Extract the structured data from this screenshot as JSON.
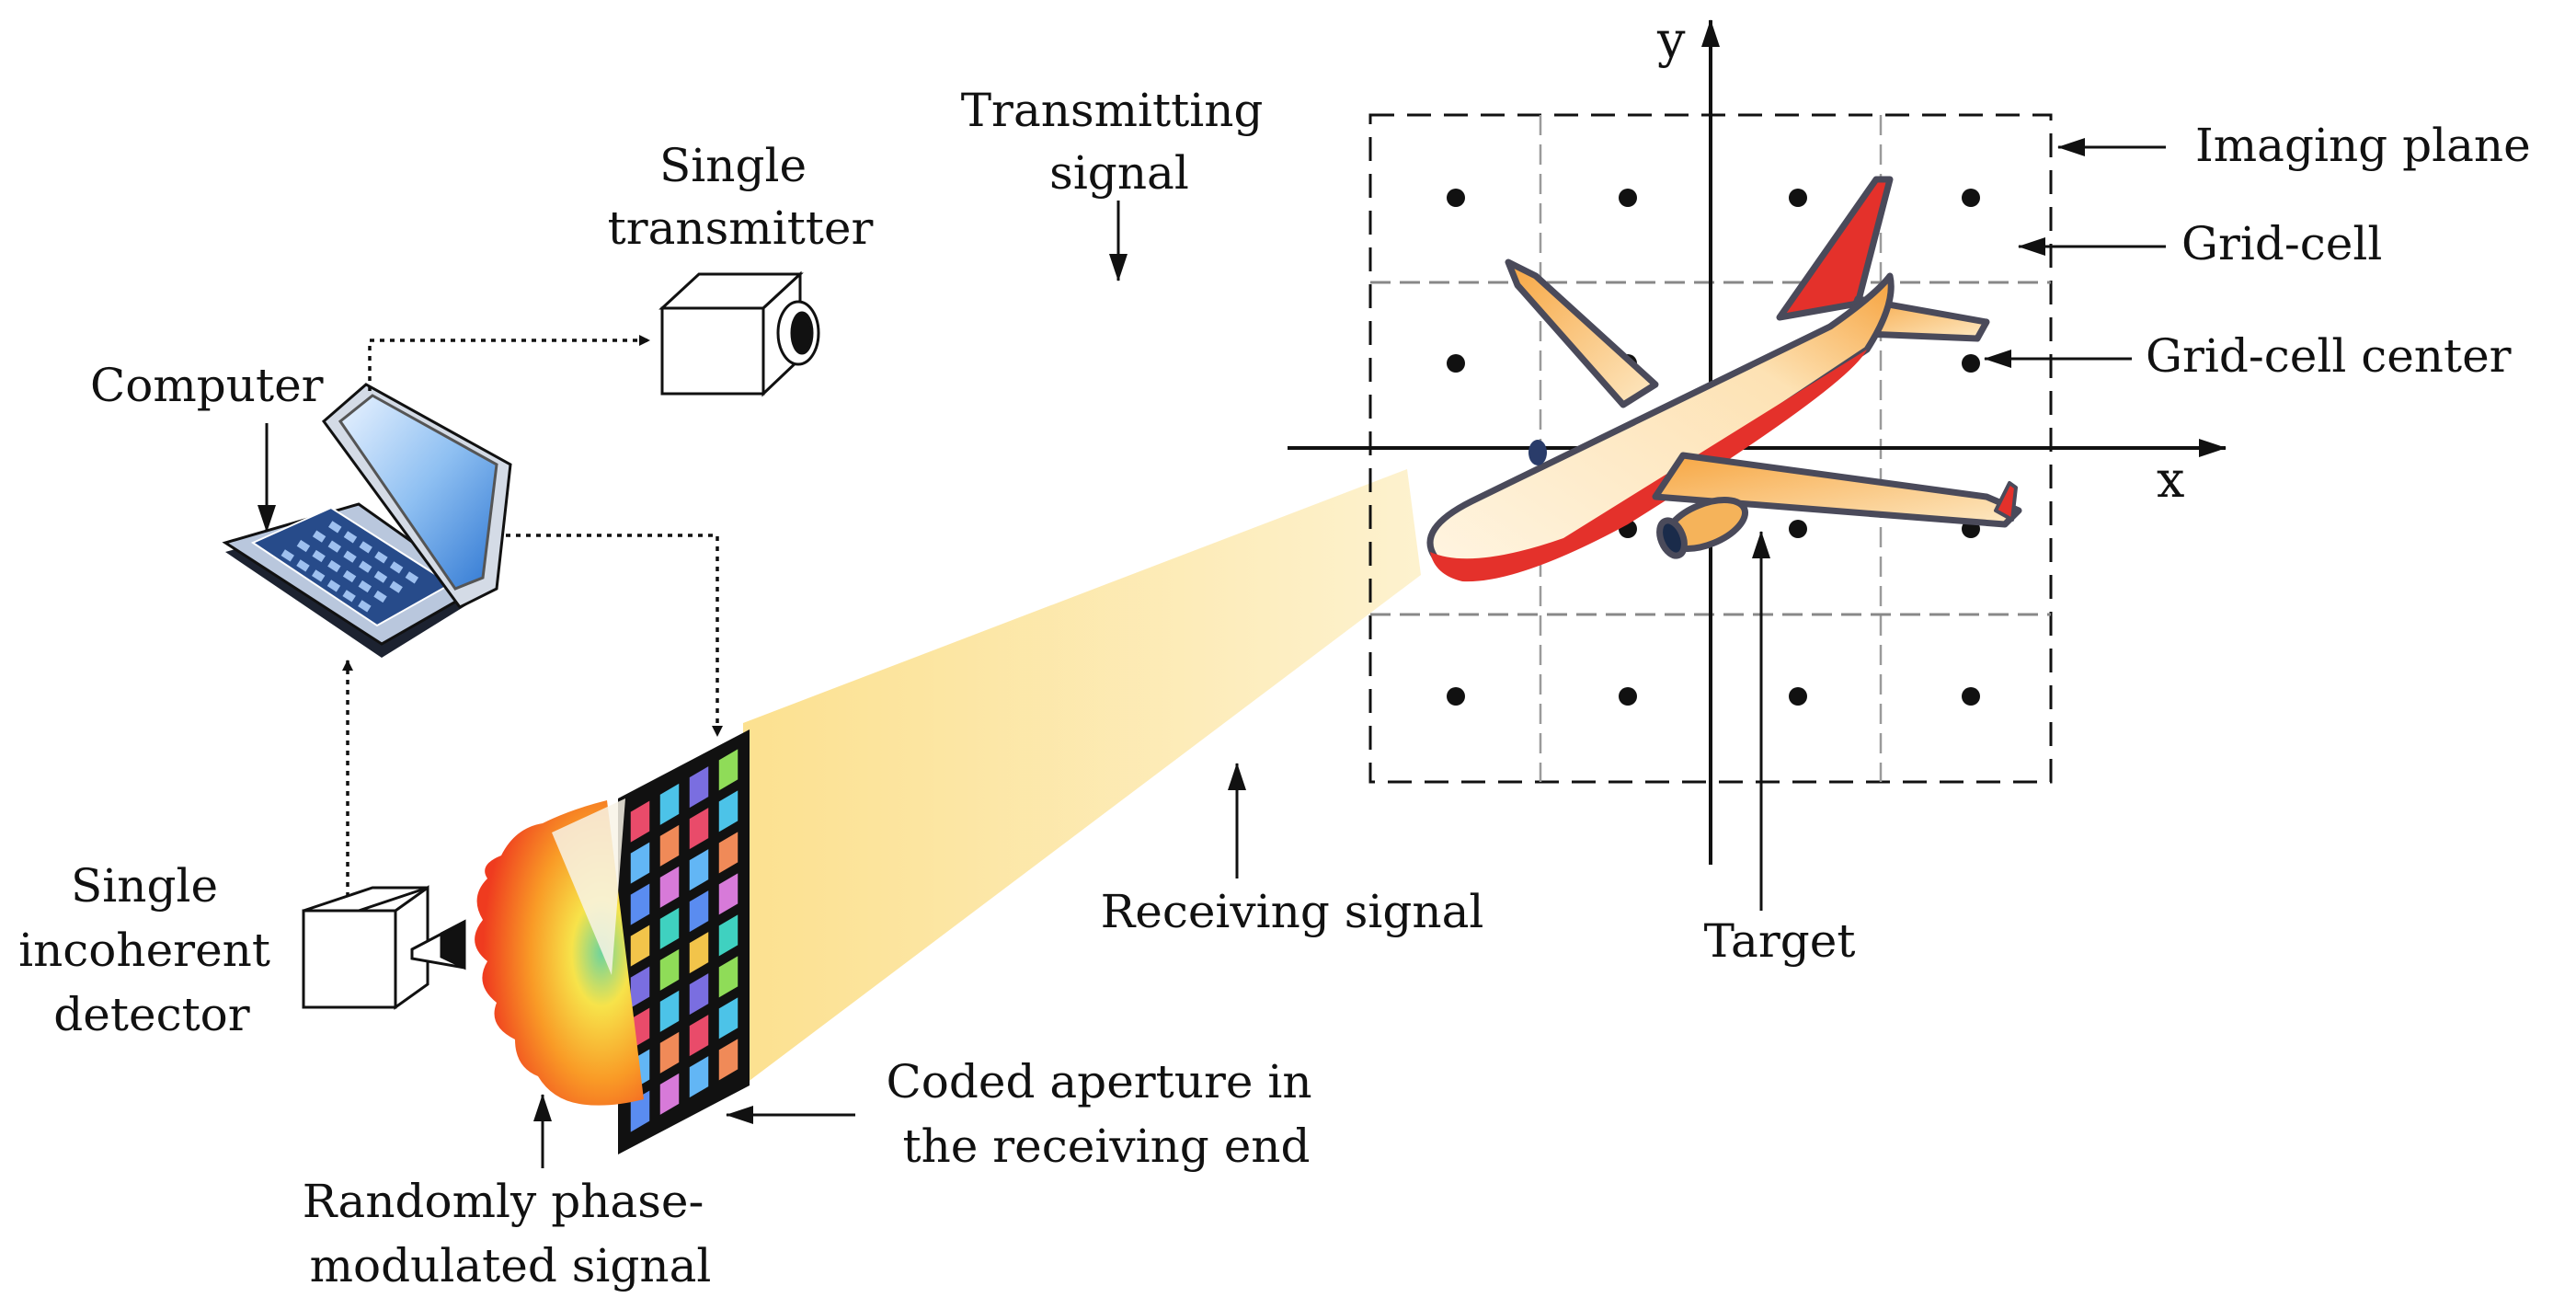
{
  "labels": {
    "transmitting_signal": [
      "Transmitting",
      "signal"
    ],
    "single_transmitter": [
      "Single",
      "transmitter"
    ],
    "computer": "Computer",
    "single_incoherent_detector": [
      "Single",
      "incoherent",
      "detector"
    ],
    "receiving_signal": "Receiving signal",
    "coded_aperture": [
      "Coded aperture in",
      "the receiving end"
    ],
    "randomly_phase_modulated_signal": [
      "Randomly phase-",
      "modulated signal"
    ],
    "target": "Target",
    "imaging_plane": "Imaging plane",
    "grid_cell": "Grid-cell",
    "grid_cell_center": "Grid-cell center"
  },
  "axes": {
    "x": "x",
    "y": "y"
  },
  "grid": {
    "rows": 4,
    "cols": 4
  },
  "colors": {
    "beam": "#fde9a8",
    "plane_primary": "#f07b22",
    "plane_accent": "#e4312b",
    "plane_light": "#fff3dc",
    "laptop_screen": "#1a6fd6",
    "laptop_keys": "#274b8a"
  },
  "icons": {
    "computer": "laptop-icon",
    "transmitter": "camera-cube-icon",
    "detector": "detector-cube-icon",
    "target": "airplane-icon"
  }
}
